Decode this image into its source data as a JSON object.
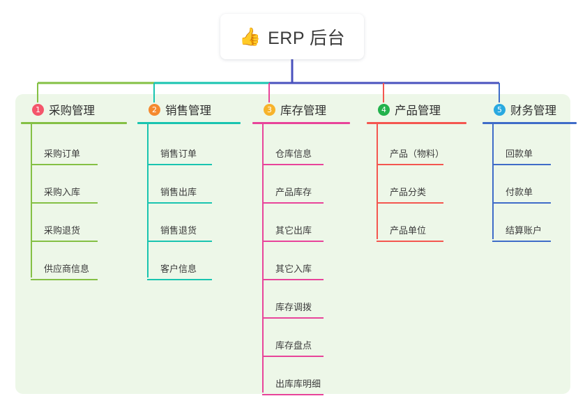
{
  "root": {
    "icon": "thumbs-up-icon",
    "emoji": "👍",
    "title": "ERP 后台"
  },
  "theme": {
    "panel_bg": "#EDF7E8",
    "card_bg": "#FFFFFF",
    "stem_color": "#4A52BE",
    "text_color": "#3B3B3B"
  },
  "columns": [
    {
      "index": "1",
      "title": "采购管理",
      "badge_color": "#F4566B",
      "line_color": "#84C044",
      "children": [
        {
          "label": "采购订单"
        },
        {
          "label": "采购入库"
        },
        {
          "label": "采购退货"
        },
        {
          "label": "供应商信息"
        }
      ]
    },
    {
      "index": "2",
      "title": "销售管理",
      "badge_color": "#F5892E",
      "line_color": "#19C4B0",
      "children": [
        {
          "label": "销售订单"
        },
        {
          "label": "销售出库"
        },
        {
          "label": "销售退货"
        },
        {
          "label": "客户信息"
        }
      ]
    },
    {
      "index": "3",
      "title": "库存管理",
      "badge_color": "#F7B32B",
      "line_color": "#E8449A",
      "children": [
        {
          "label": "仓库信息"
        },
        {
          "label": "产品库存"
        },
        {
          "label": "其它出库"
        },
        {
          "label": "其它入库"
        },
        {
          "label": "库存调拨"
        },
        {
          "label": "库存盘点"
        },
        {
          "label": "出库库明细"
        }
      ]
    },
    {
      "index": "4",
      "title": "产品管理",
      "badge_color": "#22B24C",
      "line_color": "#F4564F",
      "children": [
        {
          "label": "产品（物料）"
        },
        {
          "label": "产品分类"
        },
        {
          "label": "产品单位"
        }
      ]
    },
    {
      "index": "5",
      "title": "财务管理",
      "badge_color": "#29A9E0",
      "line_color": "#3F6CC8",
      "children": [
        {
          "label": "回款单"
        },
        {
          "label": "付款单"
        },
        {
          "label": "结算账户"
        }
      ]
    }
  ]
}
